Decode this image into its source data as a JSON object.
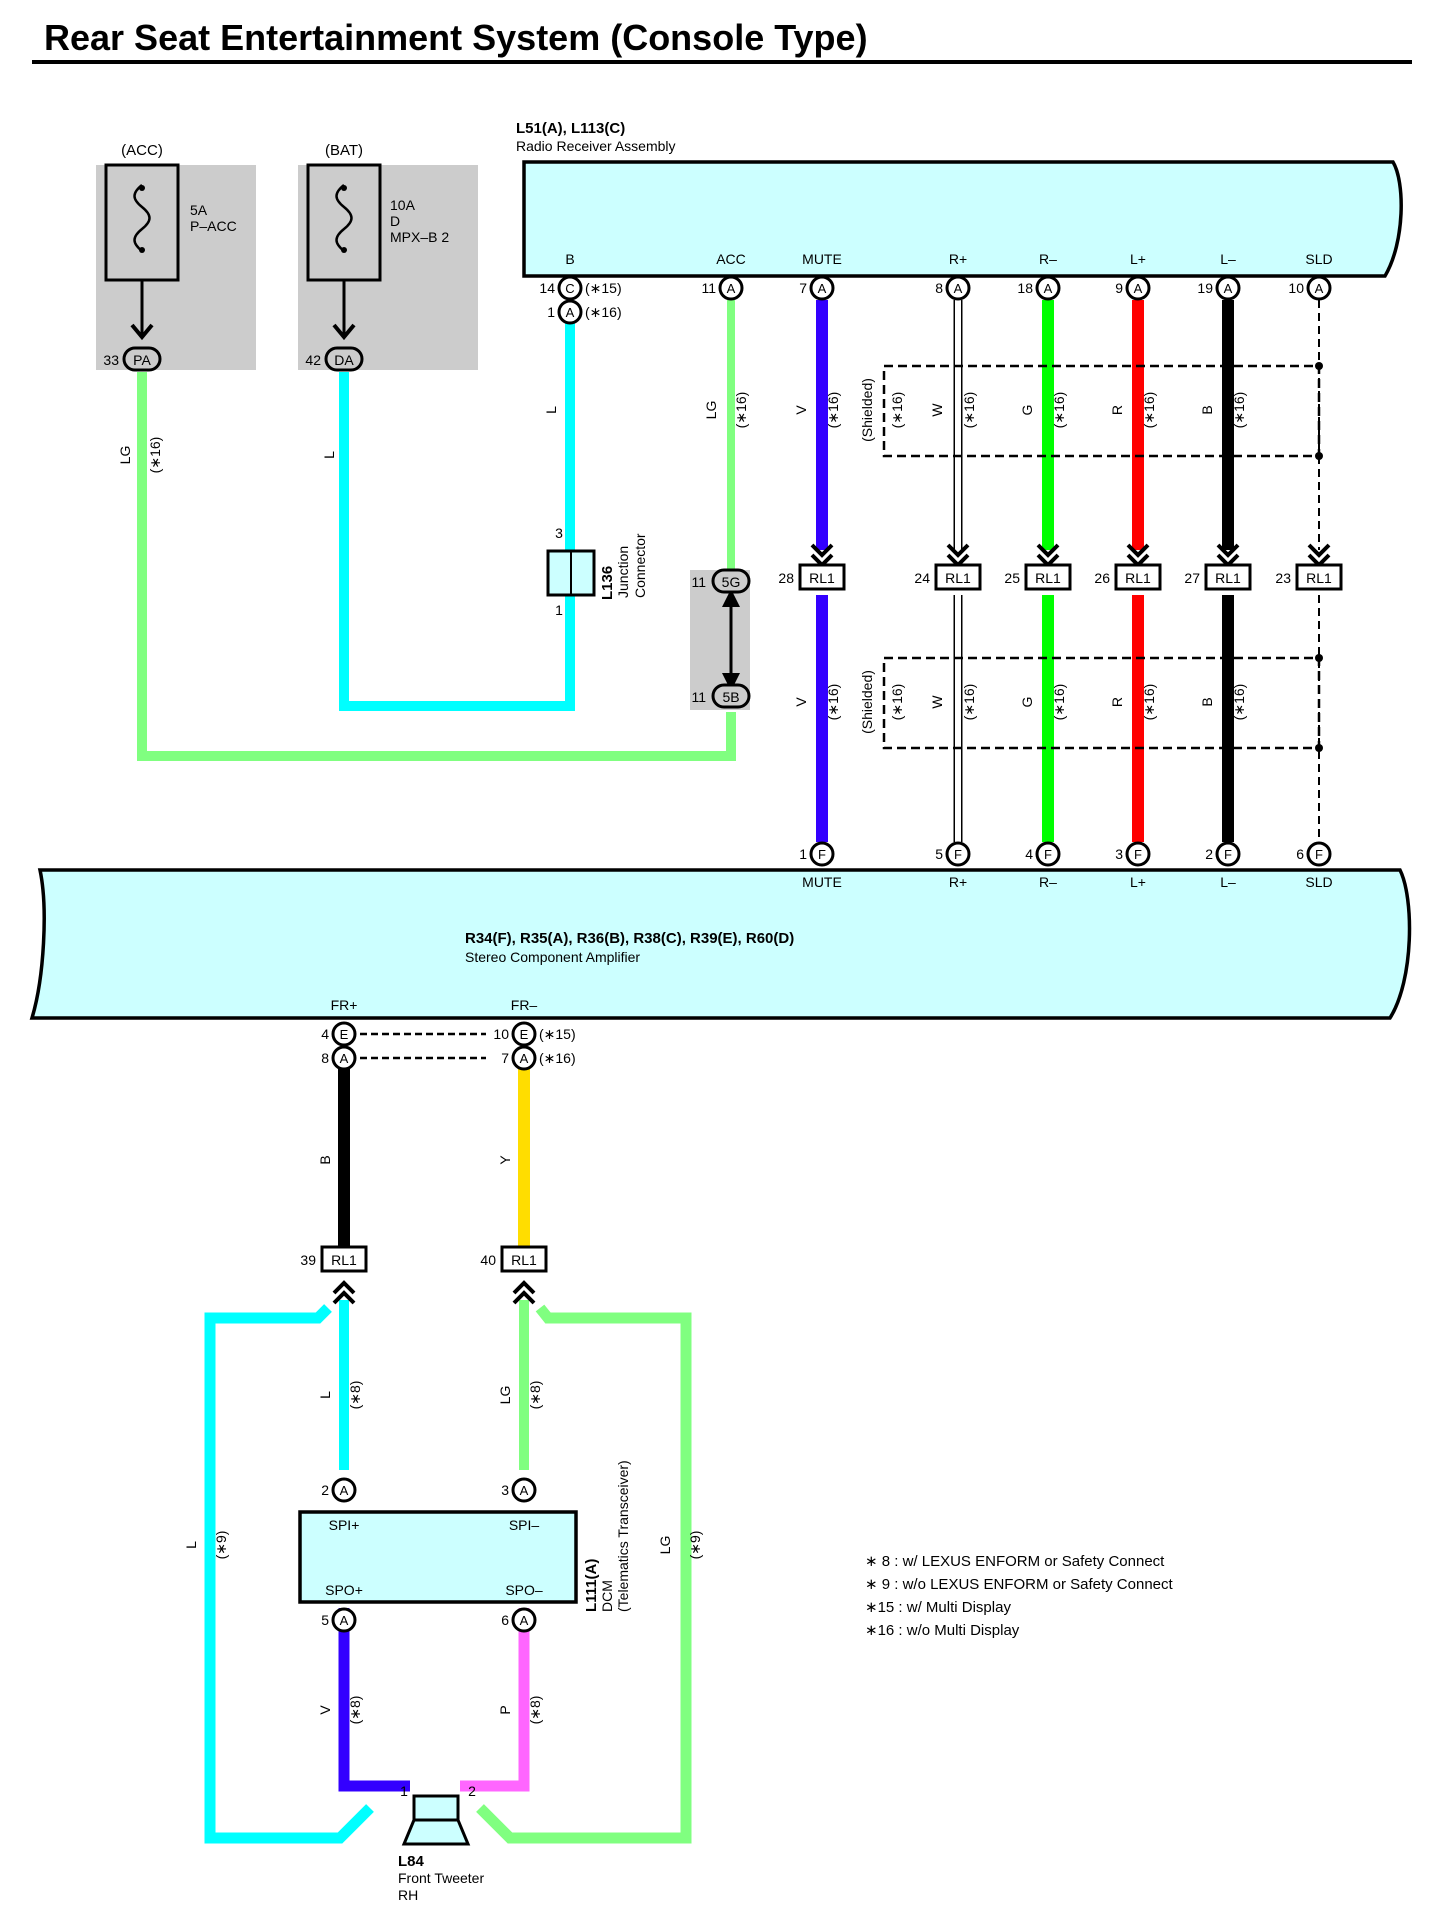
{
  "title": "Rear Seat Entertainment System (Console Type)",
  "colors": {
    "accent_box": "#ccffff",
    "fuse_box": "#cccccc",
    "wire_L": "#00ffff",
    "wire_LG": "#80ff80",
    "wire_V": "#3300ff",
    "wire_G": "#00ff00",
    "wire_R": "#ff0000",
    "wire_B": "#000000",
    "wire_Y": "#ffdd00",
    "wire_P": "#ff66ff",
    "wire_W": "#ffffff"
  },
  "fuses": [
    {
      "source": "(ACC)",
      "rating": "5A",
      "line2": "P–ACC",
      "line3": "",
      "pin": "33",
      "connector": "PA",
      "wire_color": "LG",
      "note": "(∗16)"
    },
    {
      "source": "(BAT)",
      "rating": "10A",
      "line2": "D",
      "line3": "MPX–B 2",
      "pin": "42",
      "connector": "DA",
      "wire_color": "L",
      "note": ""
    }
  ],
  "radio": {
    "code": "L51(A), L113(C)",
    "name": "Radio Receiver Assembly",
    "terminals": [
      {
        "label": "B",
        "pin": "14",
        "conn": "C",
        "note": "(∗15)",
        "pin2": "1",
        "conn2": "A",
        "note2": "(∗16)"
      },
      {
        "label": "ACC",
        "pin": "11",
        "conn": "A"
      },
      {
        "label": "MUTE",
        "pin": "7",
        "conn": "A"
      },
      {
        "label": "R+",
        "pin": "8",
        "conn": "A"
      },
      {
        "label": "R–",
        "pin": "18",
        "conn": "A"
      },
      {
        "label": "L+",
        "pin": "9",
        "conn": "A"
      },
      {
        "label": "L–",
        "pin": "19",
        "conn": "A"
      },
      {
        "label": "SLD",
        "pin": "10",
        "conn": "A"
      }
    ]
  },
  "junction": {
    "code": "L136",
    "line1": "Junction",
    "line2": "Connector",
    "pin_top": "3",
    "pin_bottom": "1",
    "wire_color": "L"
  },
  "acc_connector": {
    "pin_top": "11",
    "conn_top": "5G",
    "pin_bottom": "11",
    "conn_bottom": "5B",
    "wire_color": "LG",
    "note": "(∗16)"
  },
  "inline_connectors": [
    {
      "pin": "28",
      "conn": "RL1"
    },
    {
      "pin": "24",
      "conn": "RL1"
    },
    {
      "pin": "25",
      "conn": "RL1"
    },
    {
      "pin": "26",
      "conn": "RL1"
    },
    {
      "pin": "27",
      "conn": "RL1"
    },
    {
      "pin": "23",
      "conn": "RL1"
    }
  ],
  "signal_wires": [
    {
      "color": "V",
      "note": "(∗16)"
    },
    {
      "color": "W",
      "note": "(∗16)"
    },
    {
      "color": "G",
      "note": "(∗16)"
    },
    {
      "color": "R",
      "note": "(∗16)"
    },
    {
      "color": "B",
      "note": "(∗16)"
    }
  ],
  "shielded_label": "(Shielded)",
  "shielded_note": "(∗16)",
  "amplifier": {
    "code": "R34(F), R35(A), R36(B), R38(C), R39(E), R60(D)",
    "name": "Stereo Component Amplifier",
    "top_terminals": [
      {
        "label": "MUTE",
        "pin": "1",
        "conn": "F"
      },
      {
        "label": "R+",
        "pin": "5",
        "conn": "F"
      },
      {
        "label": "R–",
        "pin": "4",
        "conn": "F"
      },
      {
        "label": "L+",
        "pin": "3",
        "conn": "F"
      },
      {
        "label": "L–",
        "pin": "2",
        "conn": "F"
      },
      {
        "label": "SLD",
        "pin": "6",
        "conn": "F"
      }
    ],
    "bottom_terminals": [
      {
        "label": "FR+",
        "pin": "4",
        "conn": "E",
        "pin2": "8",
        "conn2": "A"
      },
      {
        "label": "FR–",
        "pin": "10",
        "conn": "E",
        "note": "(∗15)",
        "pin2": "7",
        "conn2": "A",
        "note2": "(∗16)"
      }
    ]
  },
  "fr_wires": [
    {
      "color": "B",
      "pin": "39",
      "conn": "RL1"
    },
    {
      "color": "Y",
      "pin": "40",
      "conn": "RL1"
    }
  ],
  "dcm": {
    "code": "L111(A)",
    "line1": "DCM",
    "line2": "(Telematics Transceiver)",
    "terminals": [
      {
        "label": "SPI+",
        "pin": "2",
        "conn": "A",
        "wire": "L",
        "note": "(∗8)"
      },
      {
        "label": "SPI–",
        "pin": "3",
        "conn": "A",
        "wire": "LG",
        "note": "(∗8)"
      },
      {
        "label": "SPO+",
        "pin": "5",
        "conn": "A",
        "wire": "V",
        "note": "(∗8)"
      },
      {
        "label": "SPO–",
        "pin": "6",
        "conn": "A",
        "wire": "P",
        "note": "(∗8)"
      }
    ]
  },
  "bypass_wires": [
    {
      "color": "L",
      "note": "(∗9)"
    },
    {
      "color": "LG",
      "note": "(∗9)"
    }
  ],
  "tweeter": {
    "code": "L84",
    "line1": "Front Tweeter",
    "line2": "RH",
    "pin1": "1",
    "pin2": "2"
  },
  "notes": [
    "∗ 8 : w/ LEXUS ENFORM or Safety Connect",
    "∗ 9 : w/o LEXUS ENFORM or Safety Connect",
    "∗15 : w/ Multi Display",
    "∗16 : w/o Multi Display"
  ]
}
